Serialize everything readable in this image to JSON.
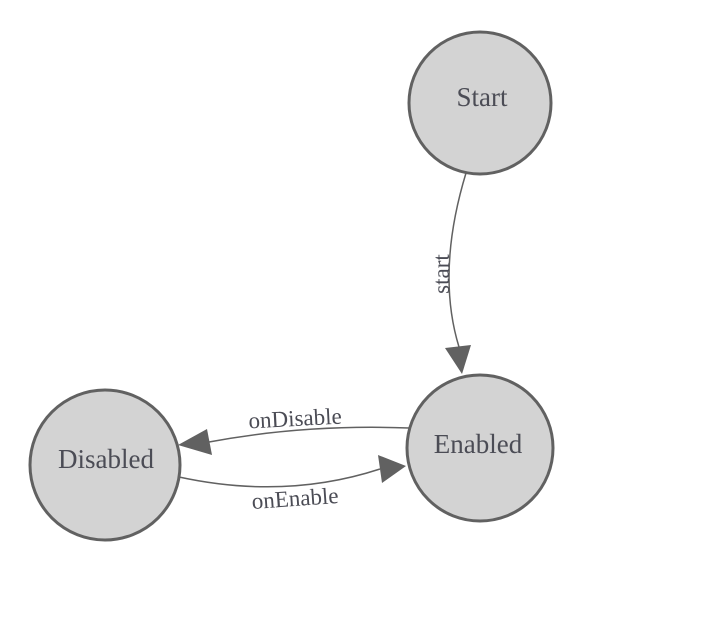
{
  "diagram": {
    "type": "state-machine",
    "background_color": "#ffffff",
    "colors": {
      "node_fill": "#d3d3d3",
      "node_stroke": "#616161",
      "edge_stroke": "#616161",
      "arrowhead_fill": "#616161",
      "label_text": "#4b4c55"
    },
    "nodes": [
      {
        "id": "start",
        "label": "Start"
      },
      {
        "id": "enabled",
        "label": "Enabled"
      },
      {
        "id": "disabled",
        "label": "Disabled"
      }
    ],
    "edges": [
      {
        "from": "start",
        "to": "enabled",
        "label": "start"
      },
      {
        "from": "enabled",
        "to": "disabled",
        "label": "onDisable"
      },
      {
        "from": "disabled",
        "to": "enabled",
        "label": "onEnable"
      }
    ]
  }
}
